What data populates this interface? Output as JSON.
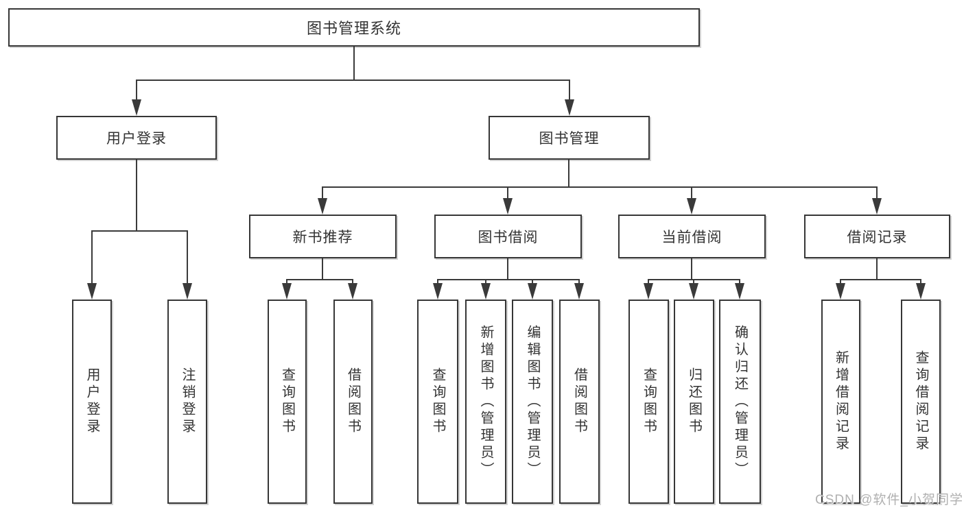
{
  "colors": {
    "border": "#363636",
    "line": "#3a3a3a",
    "text": "#333333",
    "background": "#ffffff",
    "watermark": "#b0b0b0"
  },
  "watermark": "CSDN @软件_小贺同学",
  "nodes": {
    "root": {
      "label": "图书管理系统"
    },
    "user_login": {
      "label": "用户登录",
      "parent": "图书管理系统"
    },
    "book_mgmt": {
      "label": "图书管理",
      "parent": "图书管理系统"
    },
    "new_book": {
      "label": "新书推荐",
      "parent": "图书管理"
    },
    "book_borrow": {
      "label": "图书借阅",
      "parent": "图书管理"
    },
    "current_borrow": {
      "label": "当前借阅",
      "parent": "图书管理"
    },
    "borrow_record": {
      "label": "借阅记录",
      "parent": "图书管理"
    },
    "leaves": [
      {
        "label": "用户登录",
        "parent": "用户登录"
      },
      {
        "label": "注销登录",
        "parent": "用户登录"
      },
      {
        "label": "查询图书",
        "parent": "新书推荐"
      },
      {
        "label": "借阅图书",
        "parent": "新书推荐"
      },
      {
        "label": "查询图书",
        "parent": "图书借阅"
      },
      {
        "label": "新增图书（管理员）",
        "parent": "图书借阅"
      },
      {
        "label": "编辑图书（管理员）",
        "parent": "图书借阅"
      },
      {
        "label": "借阅图书",
        "parent": "图书借阅"
      },
      {
        "label": "查询图书",
        "parent": "当前借阅"
      },
      {
        "label": "归还图书",
        "parent": "当前借阅"
      },
      {
        "label": "确认归还（管理员）",
        "parent": "当前借阅"
      },
      {
        "label": "新增借阅记录",
        "parent": "借阅记录"
      },
      {
        "label": "查询借阅记录",
        "parent": "借阅记录"
      }
    ]
  }
}
